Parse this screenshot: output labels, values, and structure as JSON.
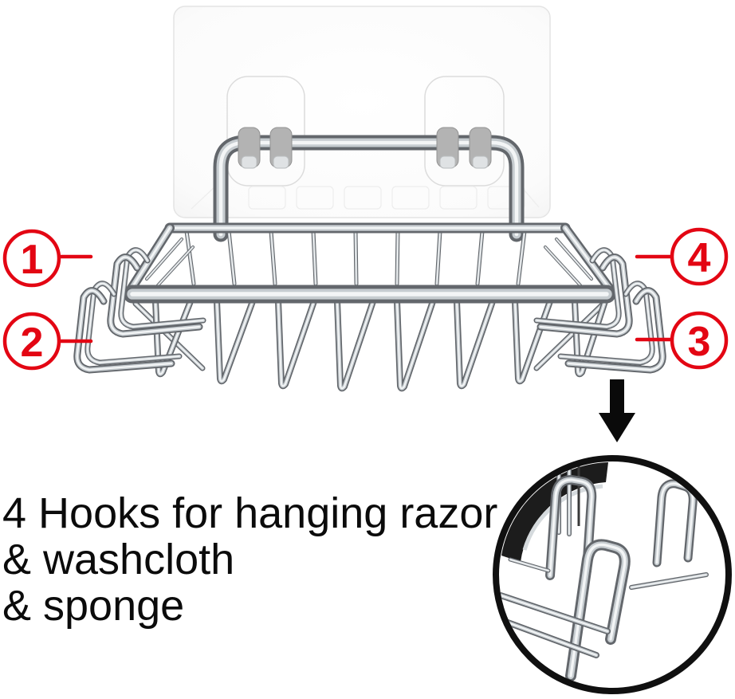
{
  "background_color": "#ffffff",
  "caption": {
    "line1": "4 Hooks for hanging razor",
    "line2": "& washcloth",
    "line3": "& sponge",
    "color": "#0b0b0b"
  },
  "callouts": {
    "color": "#e30613",
    "items": [
      {
        "number": "1",
        "position": "left-upper-hook"
      },
      {
        "number": "2",
        "position": "left-lower-hook"
      },
      {
        "number": "3",
        "position": "right-lower-hook"
      },
      {
        "number": "4",
        "position": "right-upper-hook"
      }
    ]
  },
  "arrow": {
    "direction": "down",
    "color": "#0a0a0a"
  },
  "detail_view": {
    "shape": "circle",
    "ring_color": "#101010",
    "shows": "close-up-of-hooks"
  },
  "product": {
    "finish_colors": {
      "chrome_dark": "#63676c",
      "chrome_mid": "#c6ccd0",
      "chrome_light": "#f3f5f6",
      "pad_fill": "#fcfcfc",
      "pad_border": "#e4e4e4",
      "pad_cut_line": "#dcdcdc",
      "clip_gray": "#b3b3b3",
      "clip_border": "#939393",
      "clip_shine": "#dfe2e4"
    }
  }
}
